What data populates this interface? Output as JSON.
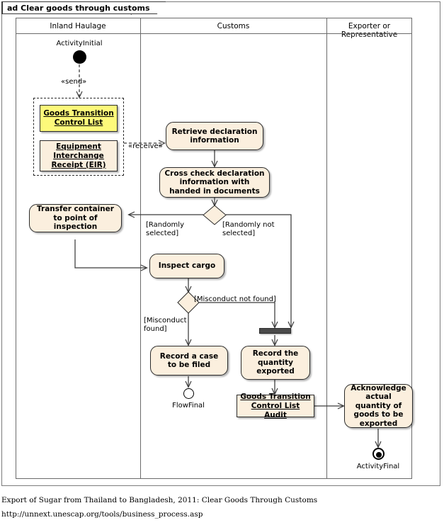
{
  "diagram": {
    "frame_label": "ad Clear goods through customs",
    "lanes": [
      {
        "name": "Inland Haulage"
      },
      {
        "name": "Customs"
      },
      {
        "name": "Exporter or Representative"
      }
    ],
    "nodes": {
      "activity_initial_label": "ActivityInitial",
      "send_stereotype": "«send»",
      "receive_stereotype": "«receive»",
      "doc_goods_transition_control_list": "Goods Transition Control List",
      "doc_equipment_interchange_receipt": "Equipment Interchange Receipt (EIR)",
      "act_retrieve_declaration": "Retrieve declaration information",
      "act_cross_check": "Cross check declaration information with handed in documents",
      "act_transfer_container": "Transfer container to point of inspection",
      "act_inspect_cargo": "Inspect cargo",
      "act_record_case": "Record a case to be filed",
      "act_record_quantity": "Record the quantity exported",
      "doc_gtcl_audit": "Goods Transition Control List Audit",
      "act_acknowledge": "Acknowledge actual quantity of goods to be exported",
      "flow_final_label": "FlowFinal",
      "activity_final_label": "ActivityFinal"
    },
    "guards": {
      "randomly_selected": "[Randomly selected]",
      "randomly_not_selected": "[Randomly not selected]",
      "misconduct_found": "[Misconduct found]",
      "misconduct_not_found": "[Misconduct not found]"
    },
    "colors": {
      "activity_fill": "#FBEFDE",
      "document_yellow": "#FDF97A",
      "node_stroke": "#2B2B2B",
      "lane_stroke": "#6B6B6B",
      "bar_fill": "#4A4A4A"
    }
  },
  "caption": {
    "line1": "Export of Sugar from Thailand to Bangladesh, 2011: Clear Goods Through Customs",
    "line2": "http://unnext.unescap.org/tools/business_process.asp"
  }
}
